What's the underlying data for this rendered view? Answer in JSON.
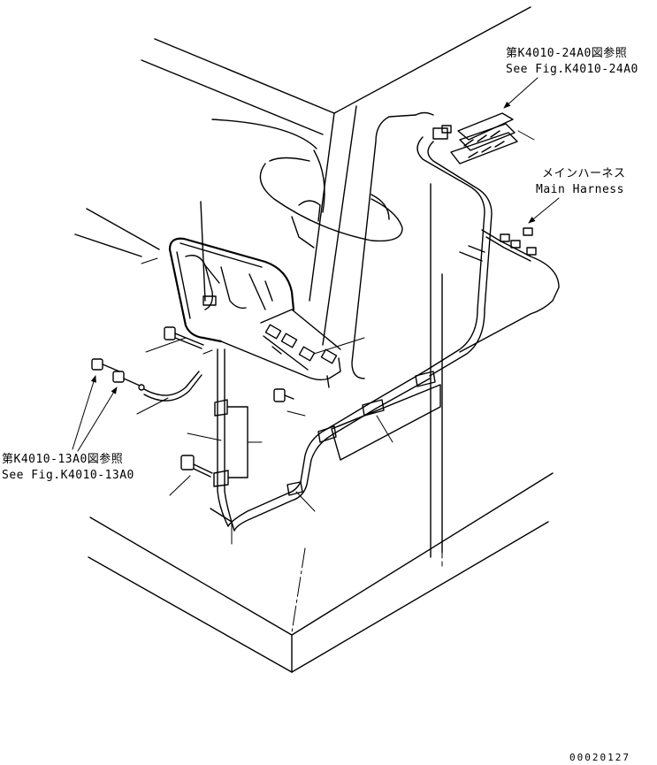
{
  "callouts": {
    "ref_top_jp": "第K4010-24A0図参照",
    "ref_top_en": "See Fig.K4010-24A0",
    "harness_jp": "メインハーネス",
    "harness_en": "Main Harness",
    "ref_left_jp": "第K4010-13A0図参照",
    "ref_left_en": "See Fig.K4010-13A0"
  },
  "drawing_code": "00020127"
}
